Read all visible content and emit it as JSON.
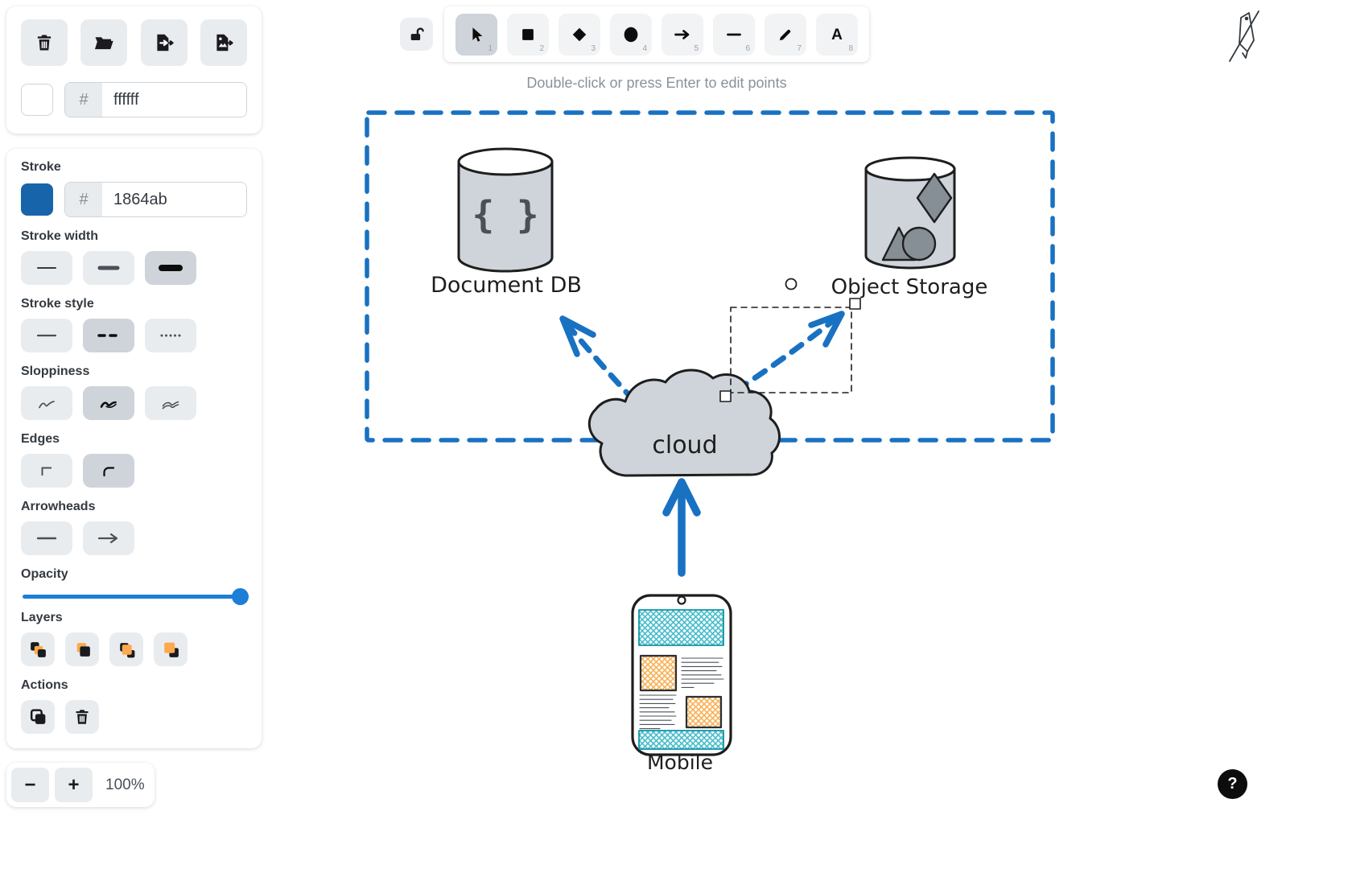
{
  "hint": "Double-click or press Enter to edit points",
  "background": {
    "hash_prefix": "#",
    "color_value": "ffffff"
  },
  "panel": {
    "stroke_label": "Stroke",
    "stroke_hash": "#",
    "stroke_value": "1864ab",
    "stroke_width_label": "Stroke width",
    "stroke_style_label": "Stroke style",
    "sloppiness_label": "Sloppiness",
    "edges_label": "Edges",
    "arrowheads_label": "Arrowheads",
    "opacity_label": "Opacity",
    "layers_label": "Layers",
    "actions_label": "Actions"
  },
  "toolbar": {
    "tools": [
      {
        "name": "selection",
        "shortcut": "1",
        "selected": true
      },
      {
        "name": "rectangle",
        "shortcut": "2",
        "selected": false
      },
      {
        "name": "diamond",
        "shortcut": "3",
        "selected": false
      },
      {
        "name": "ellipse",
        "shortcut": "4",
        "selected": false
      },
      {
        "name": "arrow",
        "shortcut": "5",
        "selected": false
      },
      {
        "name": "line",
        "shortcut": "6",
        "selected": false
      },
      {
        "name": "draw",
        "shortcut": "7",
        "selected": false
      },
      {
        "name": "text",
        "shortcut": "8",
        "selected": false
      }
    ]
  },
  "zoom": {
    "minus": "−",
    "plus": "+",
    "value": "100%"
  },
  "help": {
    "label": "?"
  },
  "canvas": {
    "labels": {
      "document_db": "Document DB",
      "object_storage": "Object Storage",
      "cloud": "cloud",
      "mobile": "Mobile",
      "braces": "{ }"
    }
  },
  "colors": {
    "stroke_swatch": "#1864ab",
    "background_swatch": "#ffffff",
    "frame_blue": "#1971c2",
    "opacity_slider": "#1c7ed6",
    "layers_orange": "#ffa94d",
    "teal_hatch": "#47bccb",
    "orange_hatch": "#f7b155"
  }
}
